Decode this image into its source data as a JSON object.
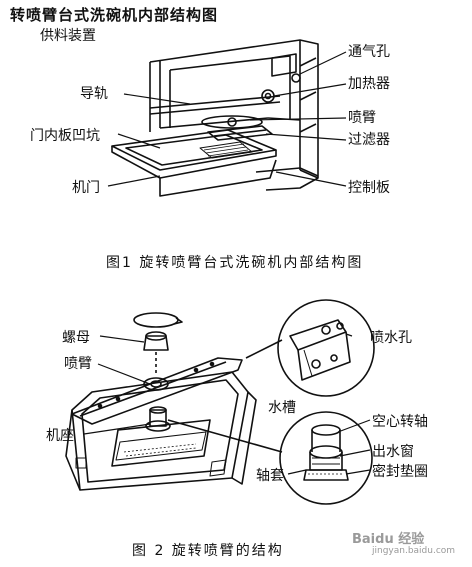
{
  "figure1": {
    "top_title": "转喷臂台式洗碗机内部结构图",
    "caption": "图1  旋转喷臂台式洗碗机内部结构图",
    "labels": {
      "feeder": "供料装置",
      "vent": "通气孔",
      "heater": "加热器",
      "rail": "导轨",
      "spray_arm": "喷臂",
      "door_recess": "门内板凹坑",
      "filter": "过滤器",
      "door": "机门",
      "control_panel": "控制板"
    }
  },
  "figure2": {
    "caption": "图 2    旋转喷臂的结构",
    "labels": {
      "nut": "螺母",
      "spray_holes": "喷水孔",
      "spray_arm": "喷臂",
      "water_channel": "水槽",
      "base": "机座",
      "hollow_shaft": "空心转轴",
      "outlet_window": "出水窗",
      "seal_ring": "密封垫圈",
      "bushing": "轴套"
    }
  },
  "watermark": {
    "brand": "Baidu 经验",
    "url": "jingyan.baidu.com"
  }
}
